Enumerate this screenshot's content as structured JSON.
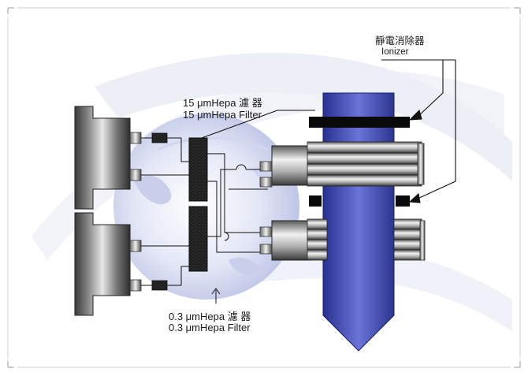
{
  "labels": {
    "hepa15_zh": "15 μmHepa 濾 器",
    "hepa15_en": "15 μmHepa Filter",
    "hepa03_zh": "0.3 μmHepa 濾 器",
    "hepa03_en": "0.3 μmHepa Filter",
    "ionizer_zh": "靜電消除器",
    "ionizer_en": "Ionizer"
  },
  "colors": {
    "background": "#ffffff",
    "frame": "#d8d8d8",
    "globe": "#d7dcf2",
    "rod": "#4a55c4",
    "ionizer_bar": "#0a0a0a",
    "filter": "#1c1c1c"
  }
}
